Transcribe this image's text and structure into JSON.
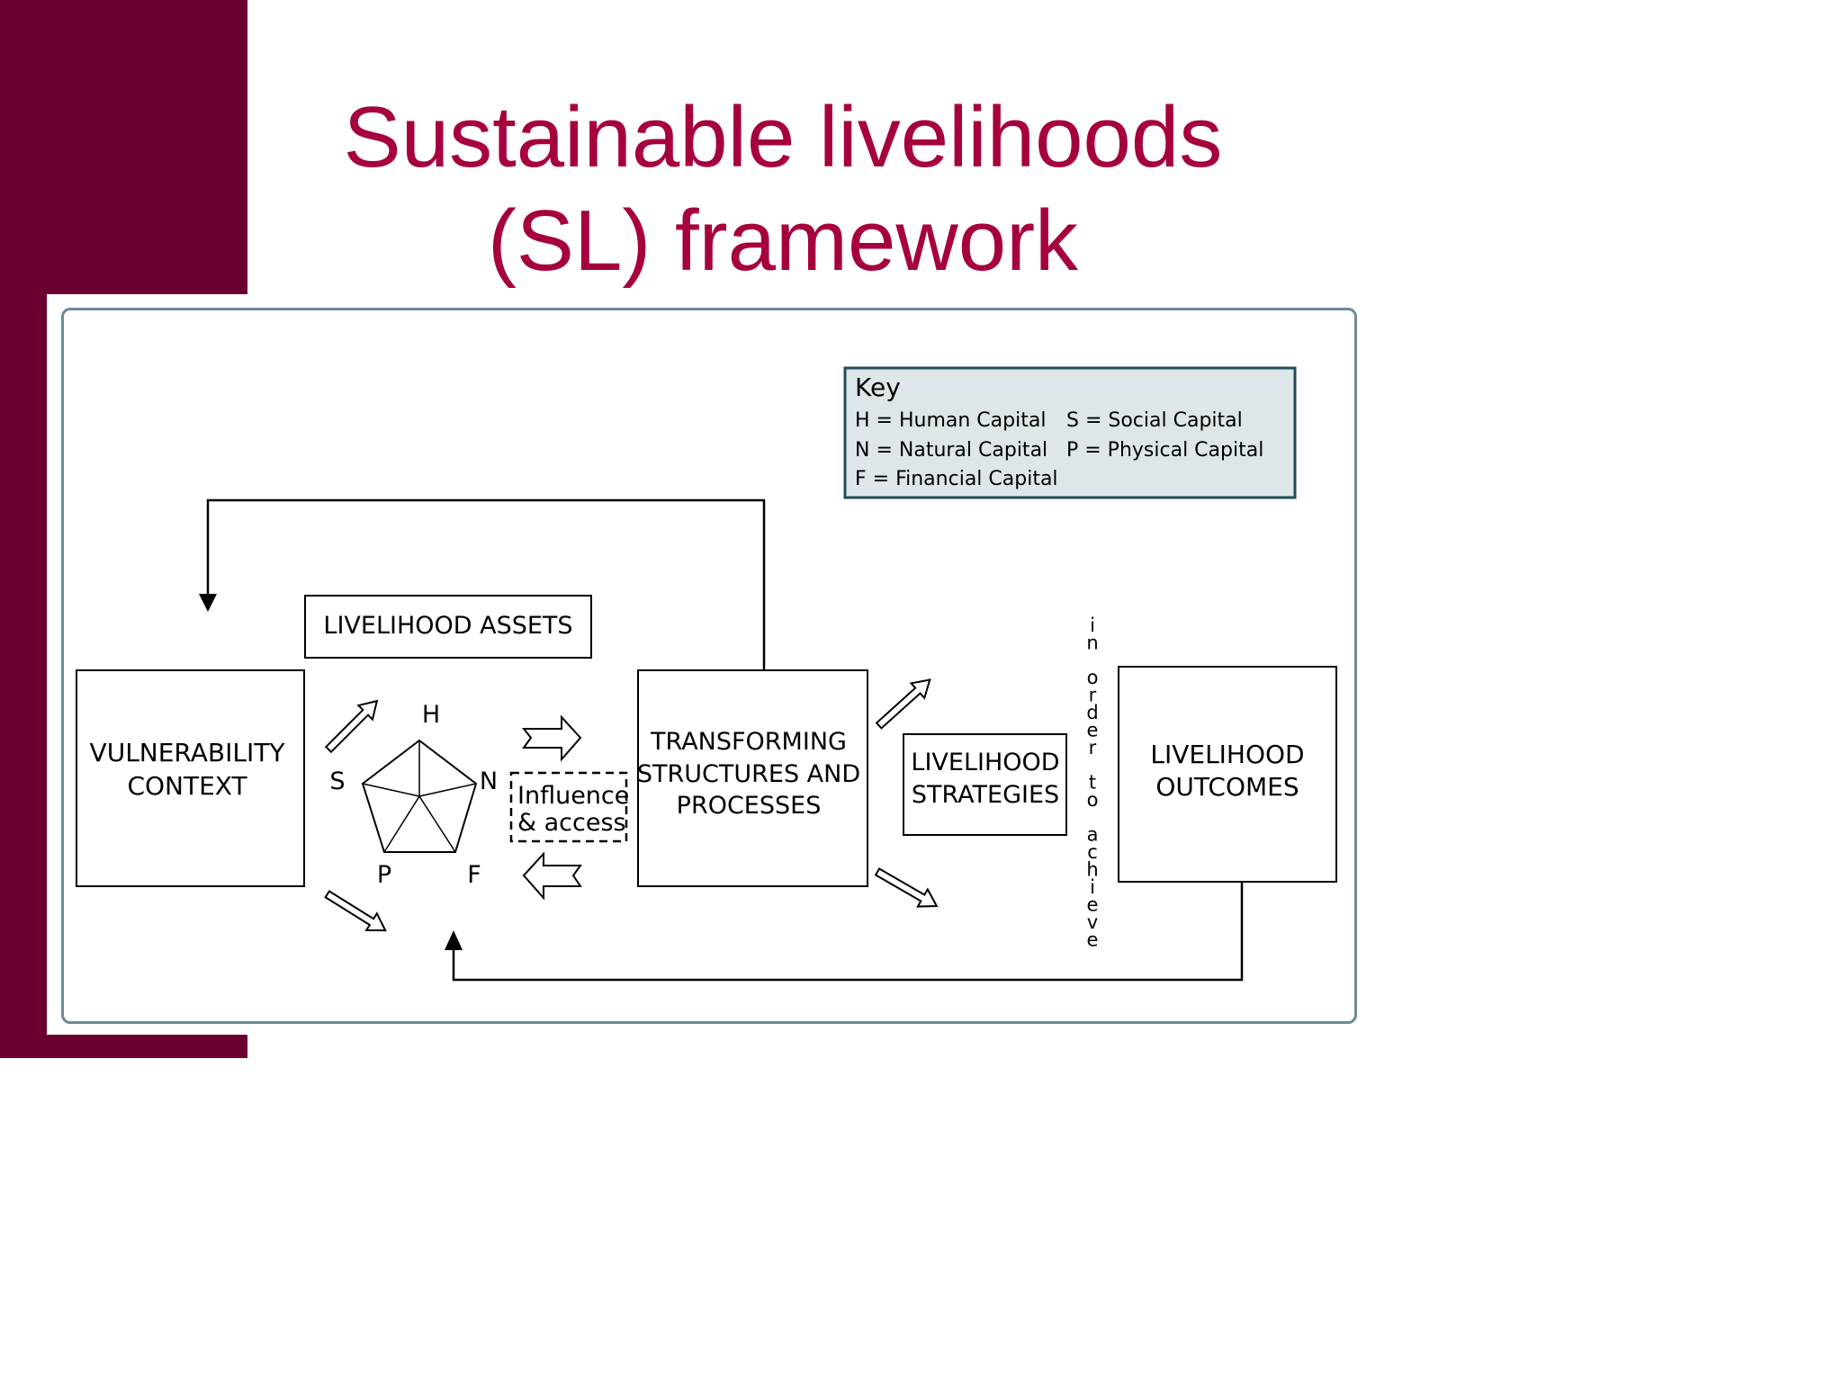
{
  "slide": {
    "title_line1": "Sustainable livelihoods",
    "title_line2": "(SL) framework",
    "colors": {
      "accent": "#6b0030",
      "title": "#a6003f",
      "frame": "#6b8a96",
      "key_fill": "#dde6e8",
      "key_border": "#1f4e5a"
    }
  },
  "key": {
    "heading": "Key",
    "items": [
      "H = Human Capital",
      "S = Social Capital",
      "N = Natural Capital",
      "P = Physical Capital",
      "F = Financial Capital"
    ]
  },
  "boxes": {
    "vulnerability": [
      "VULNERABILITY",
      "CONTEXT"
    ],
    "assets": "LIVELIHOOD ASSETS",
    "transforming": [
      "TRANSFORMING",
      "STRUCTURES AND",
      "PROCESSES"
    ],
    "strategies": [
      "LIVELIHOOD",
      "STRATEGIES"
    ],
    "outcomes": [
      "LIVELIHOOD",
      "OUTCOMES"
    ]
  },
  "pentagon": {
    "top": "H",
    "left": "S",
    "right": "N",
    "bottom_left": "P",
    "bottom_right": "F"
  },
  "influence": [
    "Influence",
    "& access"
  ],
  "vertical_text": [
    "i",
    "n",
    "",
    "o",
    "r",
    "d",
    "e",
    "r",
    "",
    "t",
    "o",
    "",
    "a",
    "c",
    "h",
    "i",
    "e",
    "v",
    "e"
  ]
}
